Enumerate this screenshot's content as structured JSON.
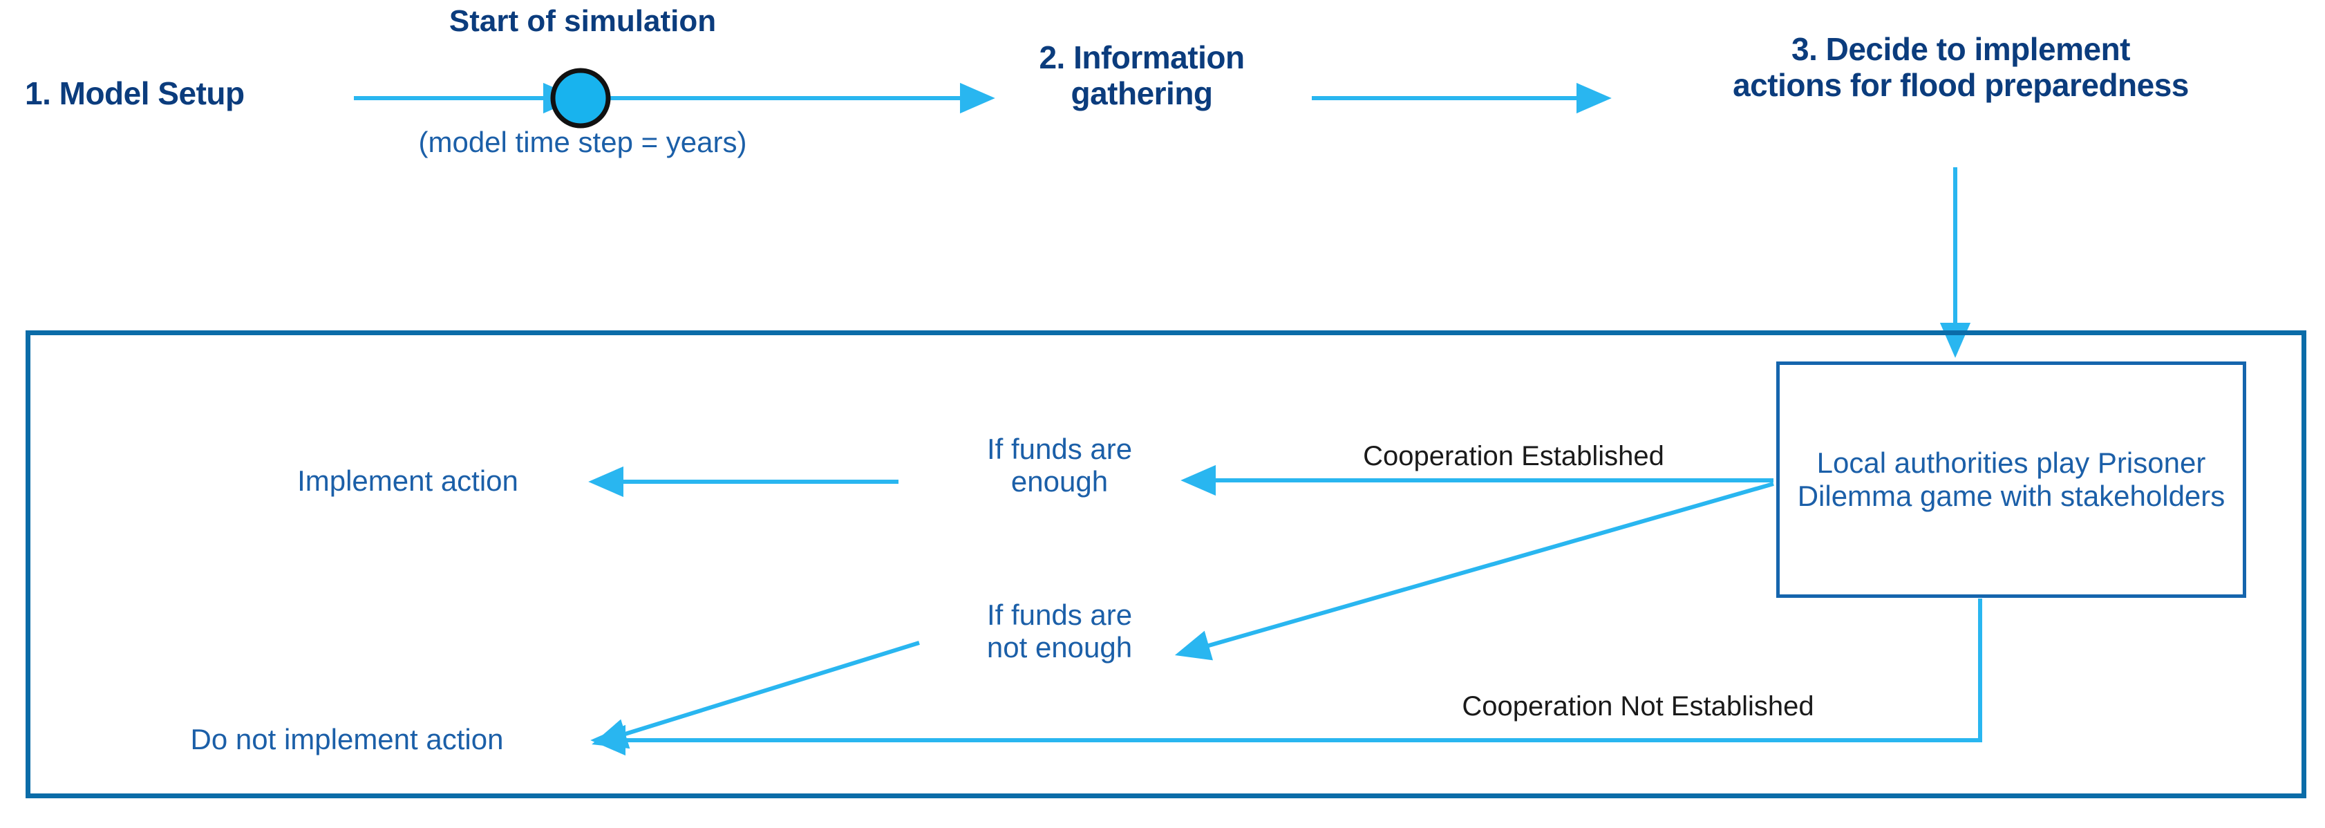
{
  "diagram": {
    "title_present": false,
    "colors": {
      "dark_blue_text": "#0b3c7d",
      "medium_blue_text": "#1b5fa8",
      "arrow_cyan": "#29b6f0",
      "frame_blue": "#0b6ca8",
      "inner_box_blue": "#1565ad",
      "black_label": "#1a1a1a",
      "circle_fill": "#18b3ee",
      "circle_stroke": "#111111"
    },
    "stages": [
      {
        "id": "stage-1",
        "label": "1. Model Setup"
      },
      {
        "id": "stage-2",
        "label": "2. Information\ngathering"
      },
      {
        "id": "stage-3",
        "label": "3. Decide to implement\nactions for flood preparedness"
      }
    ],
    "simulation_marker": {
      "title": "Start of simulation",
      "subtitle": "(model time step = years)",
      "shape": "filled-circle"
    },
    "decision_box": {
      "label": "Local authorities play\nPrisoner Dilemma\ngame with\nstakeholders"
    },
    "branches": [
      {
        "id": "cooperation-established",
        "edge_label": "Cooperation Established",
        "condition": "If funds are\nenough",
        "outcome": "Implement action"
      },
      {
        "id": "cooperation-not-established",
        "edge_label": "Cooperation Not Established",
        "condition": "If funds are\nnot enough",
        "outcome": "Do not implement action"
      }
    ],
    "conditions": {
      "funds_enough": "If funds are\nenough",
      "funds_not_enough": "If funds are\nnot enough"
    },
    "outcomes": {
      "implement": "Implement action",
      "do_not_implement": "Do not implement action"
    },
    "edge_labels": {
      "cooperation_established": "Cooperation Established",
      "cooperation_not_established": "Cooperation Not Established"
    }
  }
}
